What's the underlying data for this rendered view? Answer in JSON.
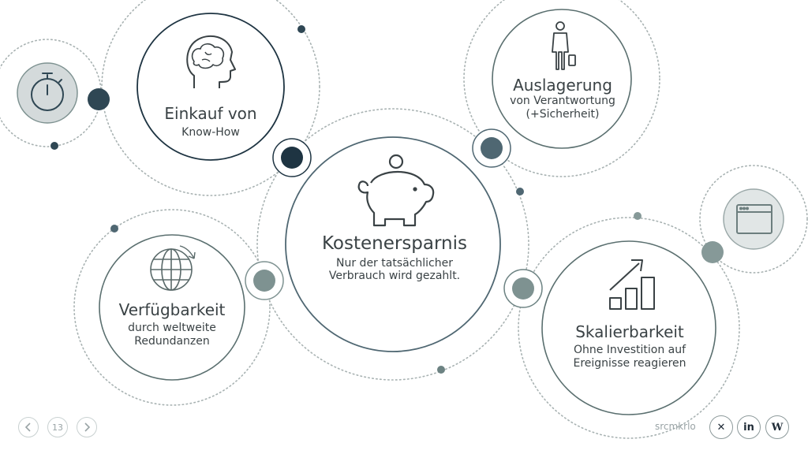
{
  "nodes": {
    "einkauf": {
      "title": "Einkauf von",
      "subtitle": "Know-How",
      "icon": "head-brain-icon"
    },
    "auslagerung": {
      "title": "Auslagerung",
      "subtitle_line1": "von Verantwortung",
      "subtitle_line2": "(+Sicherheit)",
      "icon": "person-suitcase-icon"
    },
    "kostenersparnis": {
      "title": "Kostenersparnis",
      "subtitle_line1": "Nur der tatsächlicher",
      "subtitle_line2": "Verbrauch wird gezahlt.",
      "icon": "piggy-bank-icon"
    },
    "verfuegbarkeit": {
      "title": "Verfügbarkeit",
      "subtitle_line1": "durch weltweite",
      "subtitle_line2": "Redundanzen",
      "icon": "globe-icon"
    },
    "skalierbarkeit": {
      "title": "Skalierbarkeit",
      "subtitle_line1": "Ohne Investition auf",
      "subtitle_line2": "Ereignisse reagieren",
      "icon": "growth-chart-icon"
    }
  },
  "footer": {
    "page_number": "13",
    "brand": "srcmkrlo",
    "prev_icon": "chevron-left-icon",
    "next_icon": "chevron-right-icon",
    "social": [
      {
        "name": "xing-icon",
        "glyph": "✕"
      },
      {
        "name": "linkedin-icon",
        "glyph": "in"
      },
      {
        "name": "wordpress-icon",
        "glyph": "W"
      }
    ]
  },
  "colors": {
    "dark_navy": "#1e3442",
    "slate": "#4f6772",
    "gray_green": "#7e9291",
    "light_fill": "#d4dadb",
    "outline": "#5a6f6f",
    "dotted": "#a8b2b2"
  }
}
